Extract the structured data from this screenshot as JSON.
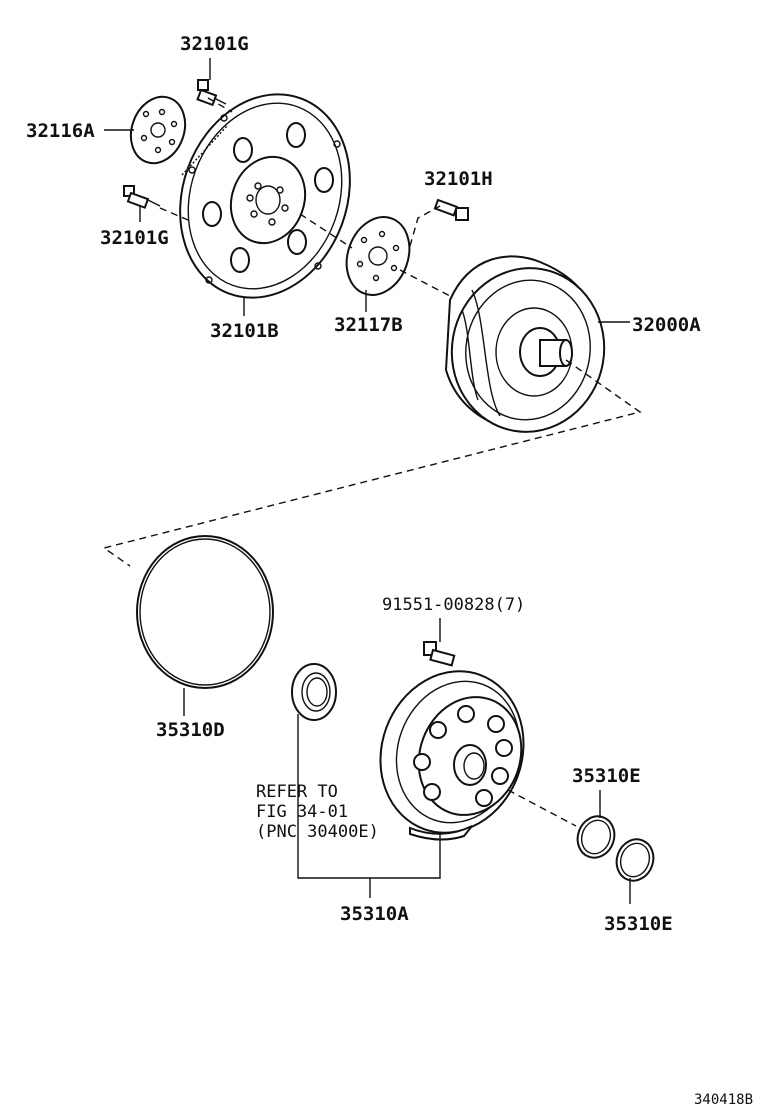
{
  "labels": {
    "bolt_top": "32101G",
    "plate_left": "32116A",
    "bolt_left": "32101G",
    "drive_plate": "32101B",
    "plate_mid": "32117B",
    "bolt_right": "32101H",
    "torque_converter": "32000A",
    "o_ring_large": "35310D",
    "pump_bolt": "91551-00828(7)",
    "ring_upper": "35310E",
    "ring_lower": "35310E",
    "pump_assy": "35310A",
    "refer_line1": "REFER TO",
    "refer_line2": "FIG 34-01",
    "refer_line3": "(PNC 30400E)"
  },
  "figure_id": "340418B"
}
